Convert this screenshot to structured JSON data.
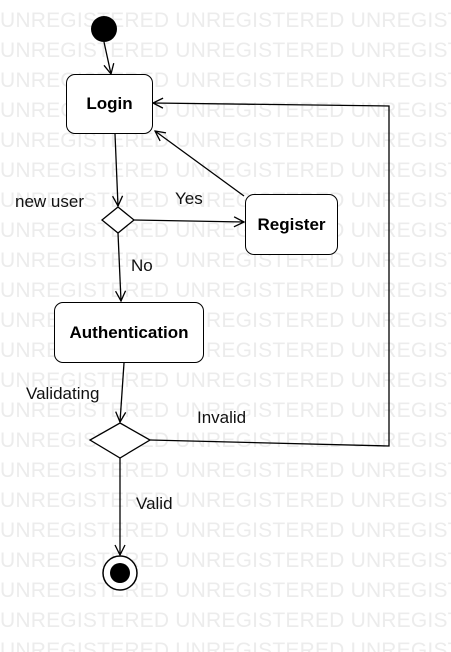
{
  "watermark": {
    "text": "UNREGISTERED",
    "rows": 22
  },
  "nodes": {
    "login": "Login",
    "register": "Register",
    "authentication": "Authentication"
  },
  "labels": {
    "new_user": "new user",
    "yes": "Yes",
    "no": "No",
    "validating": "Validating",
    "invalid": "Invalid",
    "valid": "Valid"
  }
}
